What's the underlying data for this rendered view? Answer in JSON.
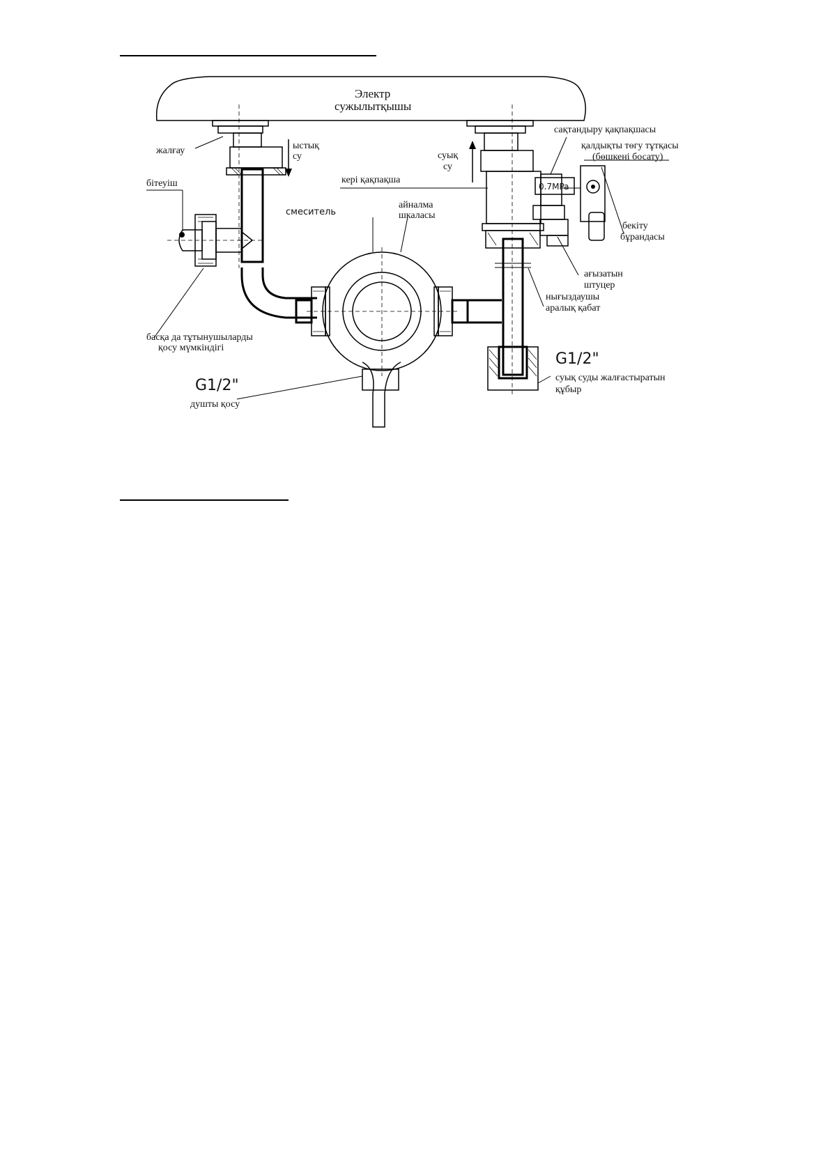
{
  "labels": {
    "heater_line1": "Электр",
    "heater_line2": "сужылытқышы",
    "coupling": "жалғау",
    "hot_water_line1": "ыстық",
    "hot_water_line2": "су",
    "cold_water_line1": "суық",
    "cold_water_line2": "су",
    "safety_valve": "сақтандыру қақпақшасы",
    "drain_handle_line1": "қалдықты төгу тұтқасы",
    "drain_handle_line2": "(бөшкені босату)",
    "plug": "бітеуіш",
    "check_valve": "кері қақпақша",
    "mixer": "смеситель",
    "rotary_scale_line1": "айналма",
    "rotary_scale_line2": "шкаласы",
    "pressure": "0.7MPa",
    "lock_screw_line1": "бекіту",
    "lock_screw_line2": "бұрандасы",
    "drain_fitting_line1": "ағызатын",
    "drain_fitting_line2": "штуцер",
    "gasket_line1": "нығыздаушы",
    "gasket_line2": "аралық қабат",
    "other_consumers_line1": "басқа да тұтынушыларды",
    "other_consumers_line2": "қосу мүмкіндігі",
    "thread_left": "G1/2\"",
    "shower": "душты қосу",
    "thread_right": "G1/2\"",
    "cold_pipe_line1": "суық суды жалғастыратын",
    "cold_pipe_line2": "құбыр"
  }
}
